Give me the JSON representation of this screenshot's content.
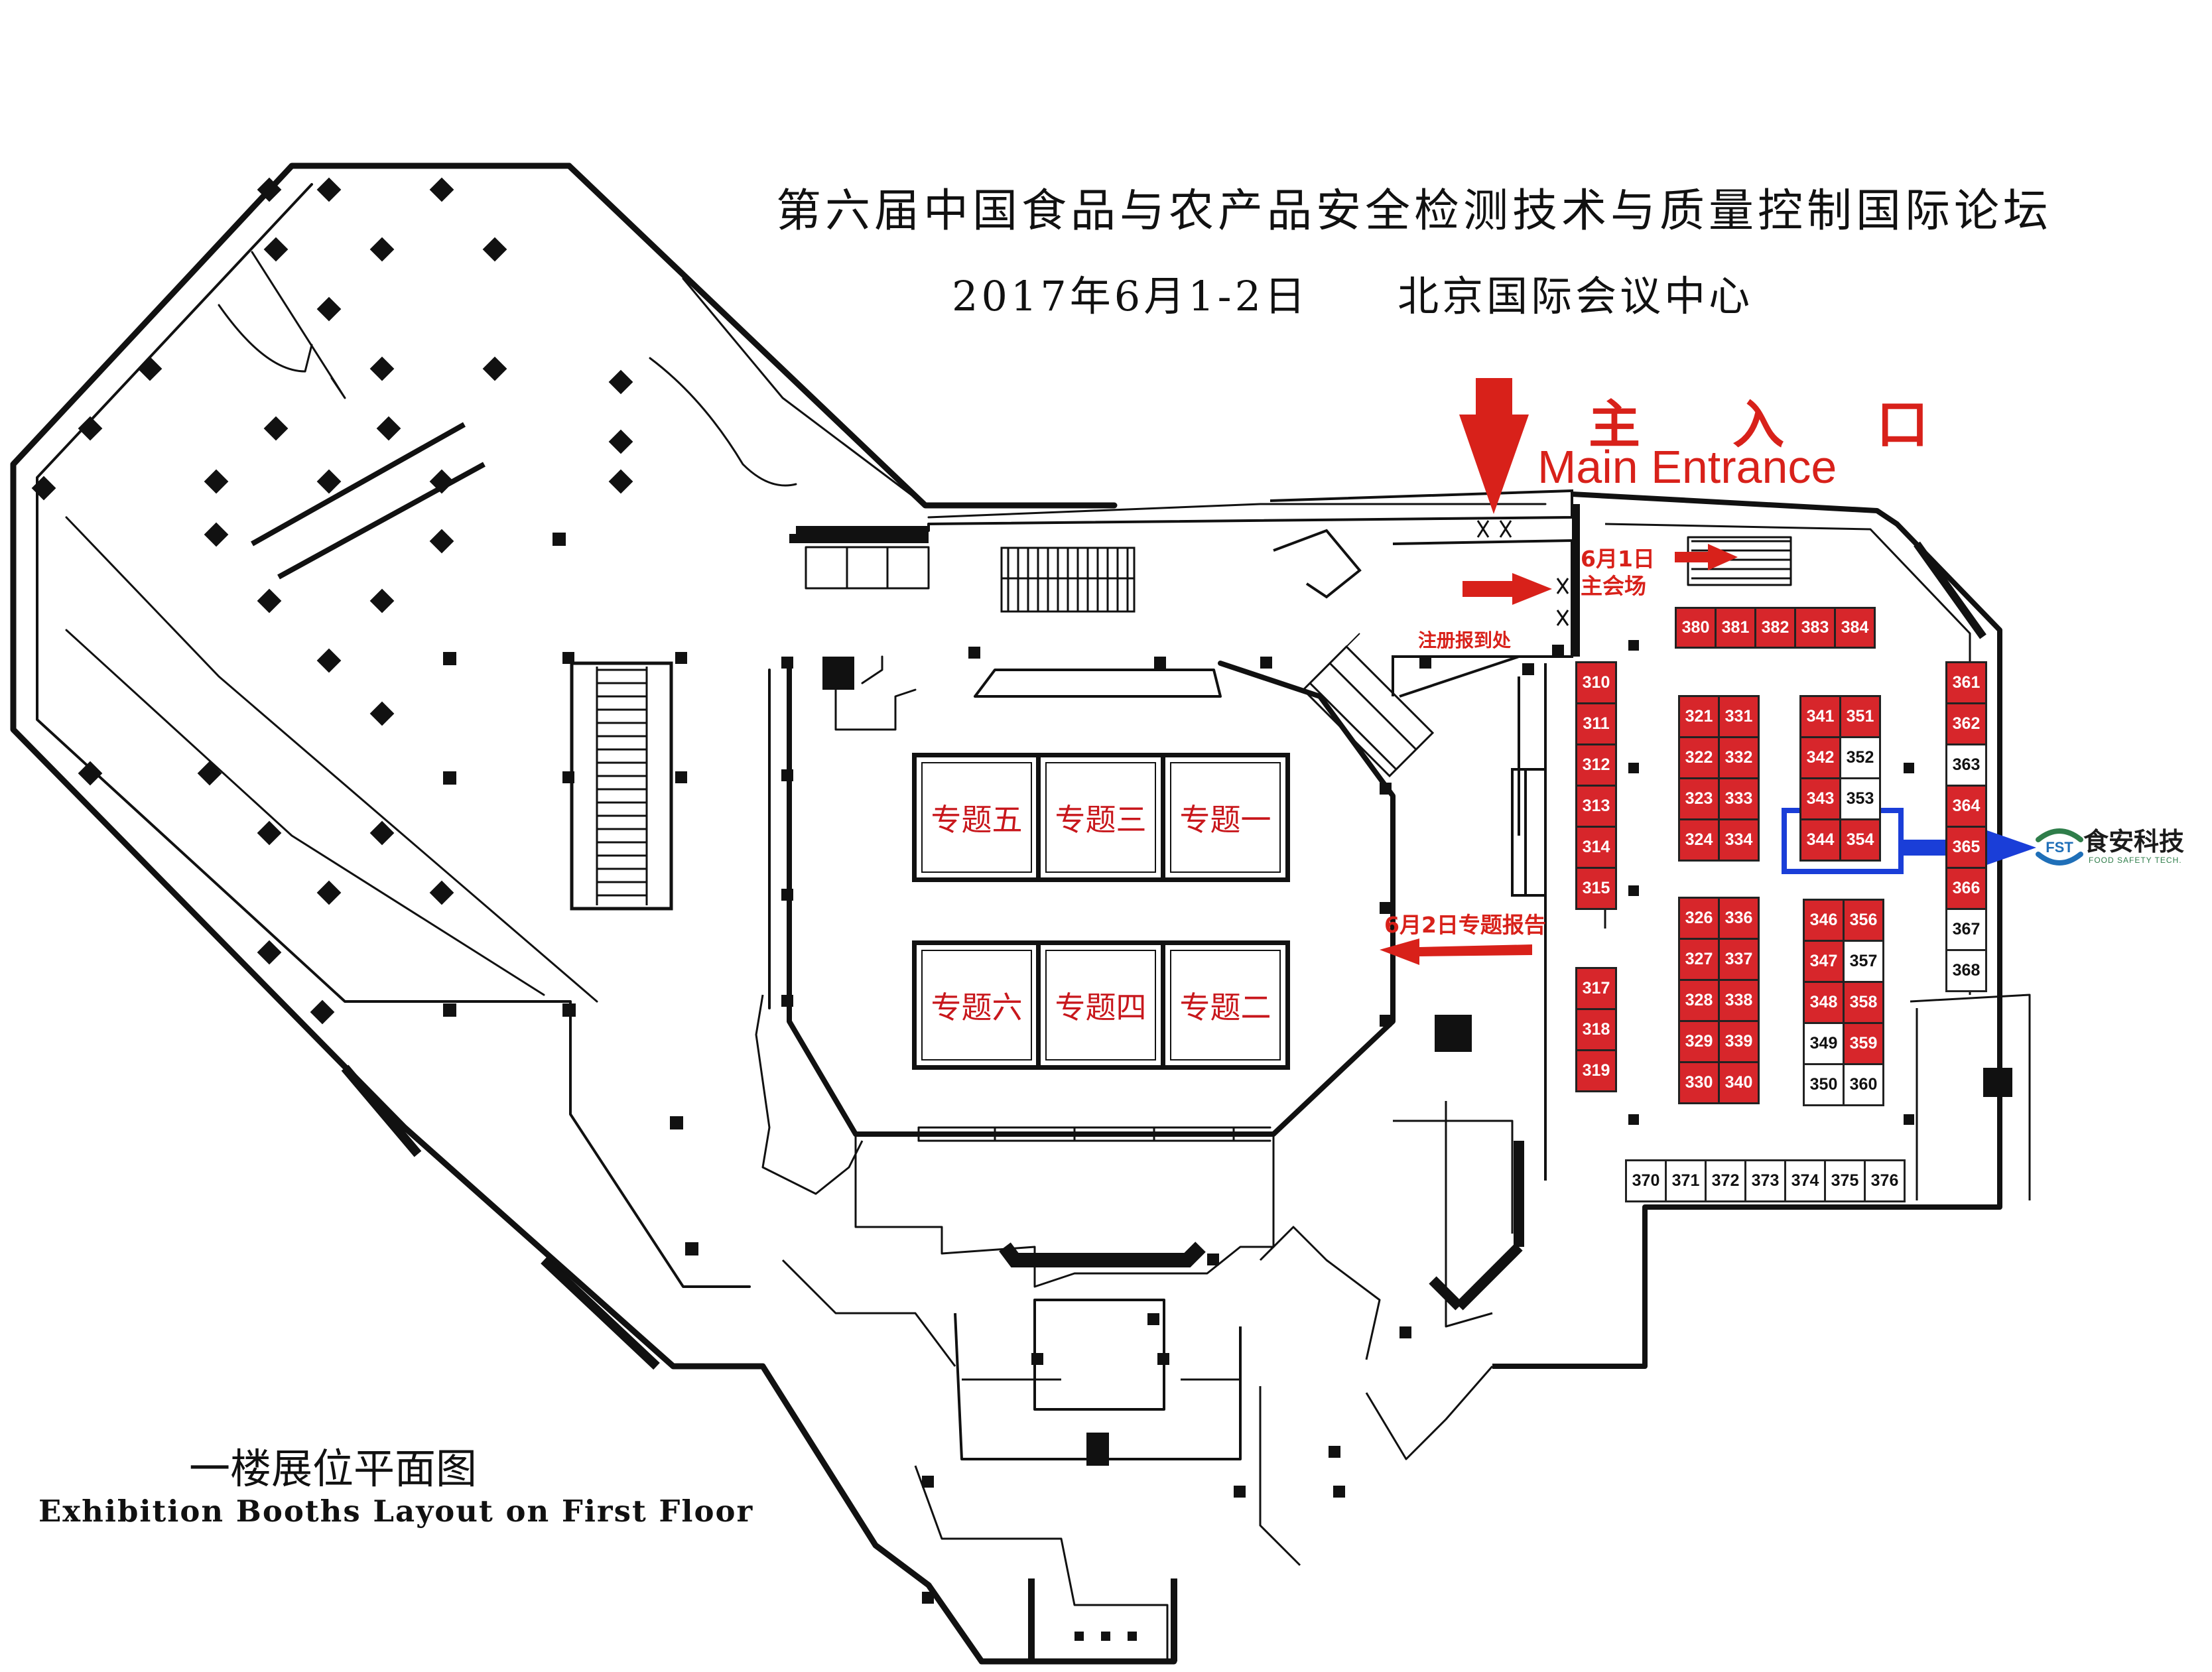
{
  "title": {
    "line1": "第六届中国食品与农产品安全检测技术与质量控制国际论坛",
    "line2": "2017年6月1-2日　　北京国际会议中心"
  },
  "entrance": {
    "cn": "主 入 口",
    "en": "Main Entrance"
  },
  "labels": {
    "june1_line1": "6月1日",
    "june1_line2": "主会场",
    "registration": "注册报到处",
    "june2": "6月2日专题报告"
  },
  "halls": [
    "专题五",
    "专题三",
    "专题一",
    "专题六",
    "专题四",
    "专题二"
  ],
  "exhibitor": {
    "logo_text": "FST",
    "name": "食安科技",
    "tagline": "FOOD SAFETY TECH."
  },
  "caption": {
    "cn": "一楼展位平面图",
    "en": "Exhibition Booths Layout on First Floor"
  },
  "colors": {
    "booth_red": "#d7262b",
    "arrow_red": "#d8211a",
    "highlight_blue": "#1a3ed8",
    "logo_green": "#2f7d4a",
    "logo_blue": "#1f6fb8"
  },
  "booths": {
    "top_row": [
      {
        "id": "380",
        "color": "red"
      },
      {
        "id": "381",
        "color": "red"
      },
      {
        "id": "382",
        "color": "red"
      },
      {
        "id": "383",
        "color": "red"
      },
      {
        "id": "384",
        "color": "red"
      }
    ],
    "col_310": [
      {
        "id": "310",
        "color": "red"
      },
      {
        "id": "311",
        "color": "red"
      },
      {
        "id": "312",
        "color": "red"
      },
      {
        "id": "313",
        "color": "red"
      },
      {
        "id": "314",
        "color": "red"
      },
      {
        "id": "315",
        "color": "red"
      }
    ],
    "col_317": [
      {
        "id": "317",
        "color": "red"
      },
      {
        "id": "318",
        "color": "red"
      },
      {
        "id": "319",
        "color": "red"
      }
    ],
    "block_321": [
      {
        "id": "321",
        "color": "red"
      },
      {
        "id": "331",
        "color": "red"
      },
      {
        "id": "322",
        "color": "red"
      },
      {
        "id": "332",
        "color": "red"
      },
      {
        "id": "323",
        "color": "red"
      },
      {
        "id": "333",
        "color": "red"
      },
      {
        "id": "324",
        "color": "red"
      },
      {
        "id": "334",
        "color": "red"
      }
    ],
    "block_326": [
      {
        "id": "326",
        "color": "red"
      },
      {
        "id": "336",
        "color": "red"
      },
      {
        "id": "327",
        "color": "red"
      },
      {
        "id": "337",
        "color": "red"
      },
      {
        "id": "328",
        "color": "red"
      },
      {
        "id": "338",
        "color": "red"
      },
      {
        "id": "329",
        "color": "red"
      },
      {
        "id": "339",
        "color": "red"
      },
      {
        "id": "330",
        "color": "red"
      },
      {
        "id": "340",
        "color": "red"
      }
    ],
    "block_341": [
      {
        "id": "341",
        "color": "red"
      },
      {
        "id": "351",
        "color": "red"
      },
      {
        "id": "342",
        "color": "red"
      },
      {
        "id": "352",
        "color": "white"
      },
      {
        "id": "343",
        "color": "red"
      },
      {
        "id": "353",
        "color": "white"
      },
      {
        "id": "344",
        "color": "red"
      },
      {
        "id": "354",
        "color": "red"
      }
    ],
    "block_346": [
      {
        "id": "346",
        "color": "red"
      },
      {
        "id": "356",
        "color": "red"
      },
      {
        "id": "347",
        "color": "red"
      },
      {
        "id": "357",
        "color": "white"
      },
      {
        "id": "348",
        "color": "red"
      },
      {
        "id": "358",
        "color": "red"
      },
      {
        "id": "349",
        "color": "white"
      },
      {
        "id": "359",
        "color": "red"
      },
      {
        "id": "350",
        "color": "white"
      },
      {
        "id": "360",
        "color": "white"
      }
    ],
    "col_361": [
      {
        "id": "361",
        "color": "red"
      },
      {
        "id": "362",
        "color": "red"
      },
      {
        "id": "363",
        "color": "white"
      },
      {
        "id": "364",
        "color": "red"
      },
      {
        "id": "365",
        "color": "red"
      },
      {
        "id": "366",
        "color": "red"
      },
      {
        "id": "367",
        "color": "white"
      },
      {
        "id": "368",
        "color": "white"
      }
    ],
    "bottom_row": [
      {
        "id": "370",
        "color": "white"
      },
      {
        "id": "371",
        "color": "white"
      },
      {
        "id": "372",
        "color": "white"
      },
      {
        "id": "373",
        "color": "white"
      },
      {
        "id": "374",
        "color": "white"
      },
      {
        "id": "375",
        "color": "white"
      },
      {
        "id": "376",
        "color": "white"
      }
    ]
  }
}
